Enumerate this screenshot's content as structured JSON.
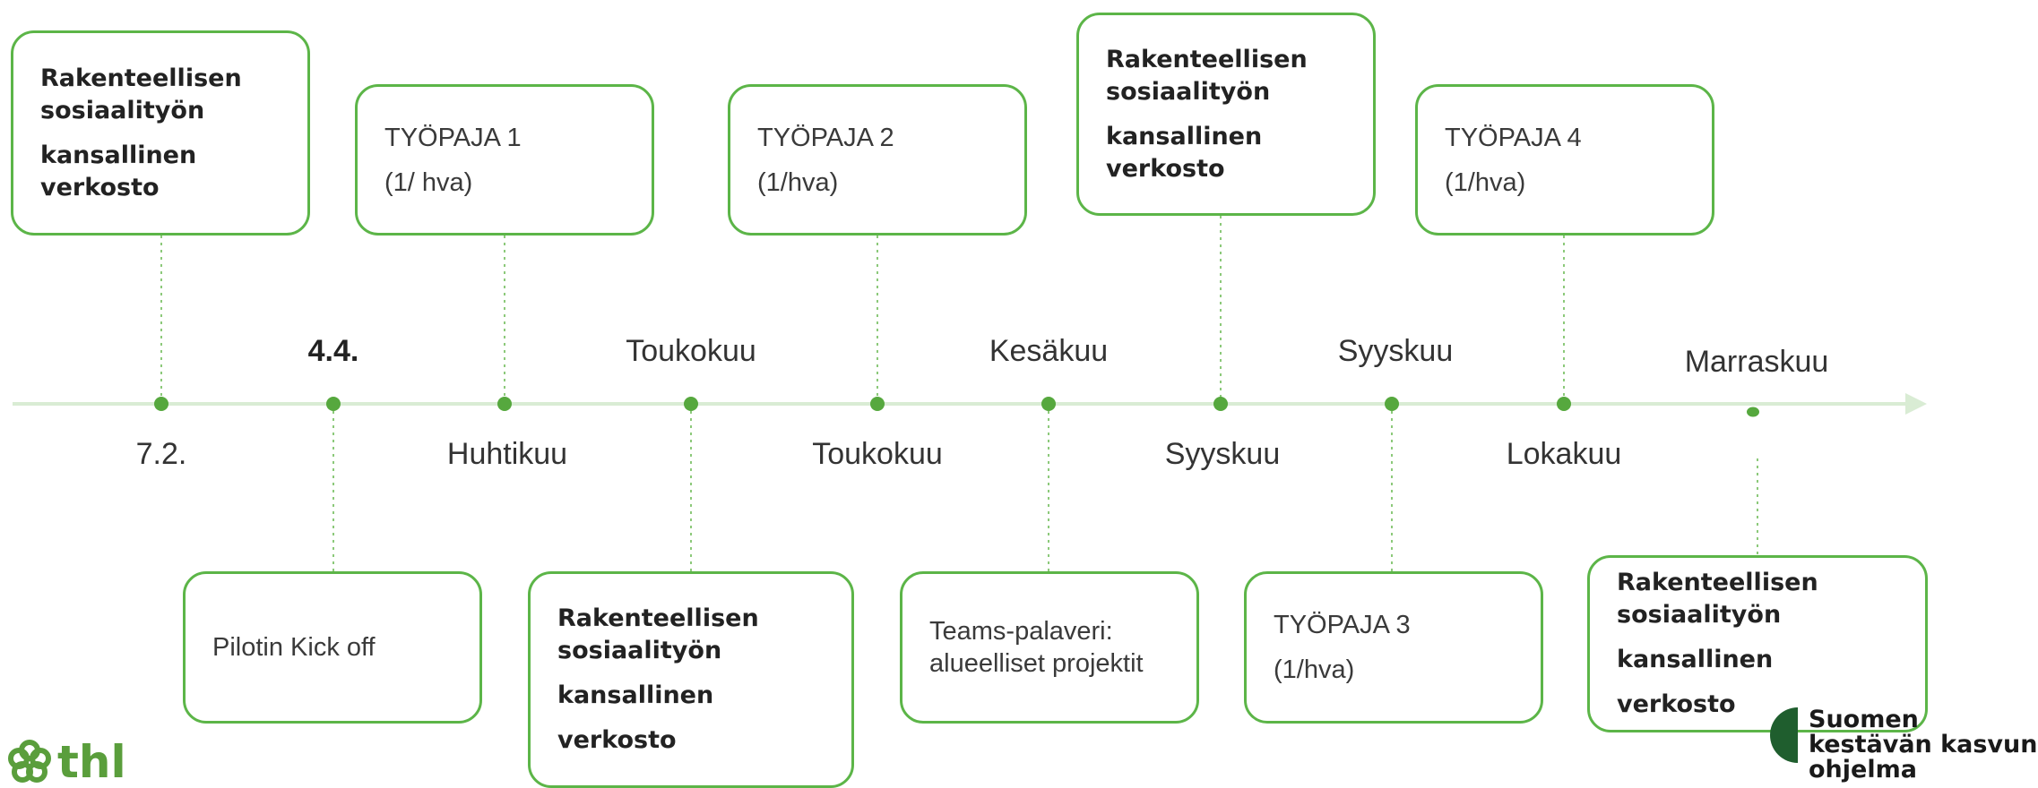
{
  "timeline": {
    "top_labels": {
      "d44": "4.4.",
      "toukokuu": "Toukokuu",
      "kesakuu": "Kesäkuu",
      "syyskuu": "Syyskuu",
      "marraskuu": "Marraskuu"
    },
    "bottom_labels": {
      "d72": "7.2.",
      "huhtikuu": "Huhtikuu",
      "toukokuu": "Toukokuu",
      "syyskuu": "Syyskuu",
      "lokakuu": "Lokakuu"
    }
  },
  "boxes": {
    "top1": {
      "line1": "Rakenteellisen",
      "line2": "sosiaalityön",
      "line3": "kansallinen",
      "line4": "verkosto"
    },
    "top2": {
      "line1": "TYÖPAJA 1",
      "line2": "(1/ hva)"
    },
    "top3": {
      "line1": "TYÖPAJA 2",
      "line2": "(1/hva)"
    },
    "top4": {
      "line1": "Rakenteellisen",
      "line2": "sosiaalityön",
      "line3": "kansallinen",
      "line4": "verkosto"
    },
    "top5": {
      "line1": "TYÖPAJA 4",
      "line2": "(1/hva)"
    },
    "bot1": {
      "line1": "Pilotin Kick off"
    },
    "bot2": {
      "line1": "Rakenteellisen",
      "line2": "sosiaalityön",
      "line3": "kansallinen",
      "line4": "verkosto"
    },
    "bot3": {
      "line1": "Teams-palaveri:",
      "line2": "alueelliset projektit"
    },
    "bot4": {
      "line1": "TYÖPAJA 3",
      "line2": "(1/hva)"
    },
    "bot5": {
      "line1": "Rakenteellisen",
      "line2": "sosiaalityön",
      "line3": "kansallinen",
      "line4": "verkosto"
    }
  },
  "logos": {
    "thl": "thl",
    "skk_line1": "Suomen",
    "skk_line2": "kestävän kasvun",
    "skk_line3": "ohjelma"
  },
  "colors": {
    "accent": "#5cb548",
    "dot": "#56a83e",
    "axis": "#d9ecd4",
    "dark_green": "#1f5e2e"
  }
}
